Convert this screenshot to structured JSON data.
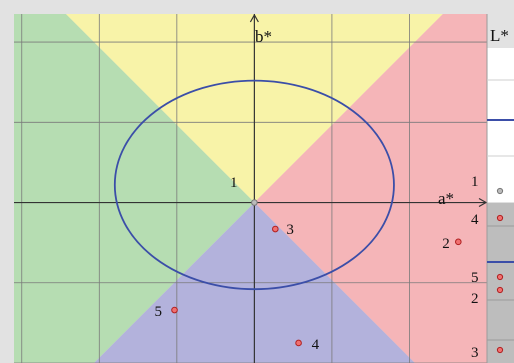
{
  "colors": {
    "yellow_region": "#f8f3a8",
    "red_region": "#f5b5b8",
    "green_region": "#b6ddb2",
    "blue_region": "#b3b2dc",
    "ellipse": "#3b4ea8",
    "grid": "#7a7a7a",
    "axis": "#333333",
    "point_fill": "#f07070",
    "point_stroke": "#b02020",
    "frame": "#e2e2e2",
    "lightness_bar_upper": "#ffffff",
    "lightness_bar_lower": "#bdbdbd",
    "lightness_marker": "#3b4ea8"
  },
  "chart_data": {
    "type": "scatter",
    "title": "",
    "xlabel": "a*",
    "ylabel": "b*",
    "lightness_label": "L*",
    "xlim": [
      -3.1,
      3.0
    ],
    "ylim": [
      -2.0,
      2.35
    ],
    "grid": true,
    "regions": [
      "yellow",
      "red",
      "blue",
      "green"
    ],
    "origin": {
      "label": "1",
      "x": 0,
      "y": 0
    },
    "ellipse": {
      "cx": 0,
      "cy": 0.22,
      "rx": 1.8,
      "ry": 1.3
    },
    "points": [
      {
        "label": "2",
        "x": 2.63,
        "y": -0.49
      },
      {
        "label": "3",
        "x": 0.27,
        "y": -0.33
      },
      {
        "label": "4",
        "x": 0.57,
        "y": -1.75
      },
      {
        "label": "5",
        "x": -1.03,
        "y": -1.34
      }
    ],
    "lightness": {
      "scale_labels": [
        "1",
        "4",
        "5",
        "2",
        "3"
      ],
      "markers": [
        "1",
        "4",
        "5",
        "2",
        "3"
      ]
    }
  }
}
